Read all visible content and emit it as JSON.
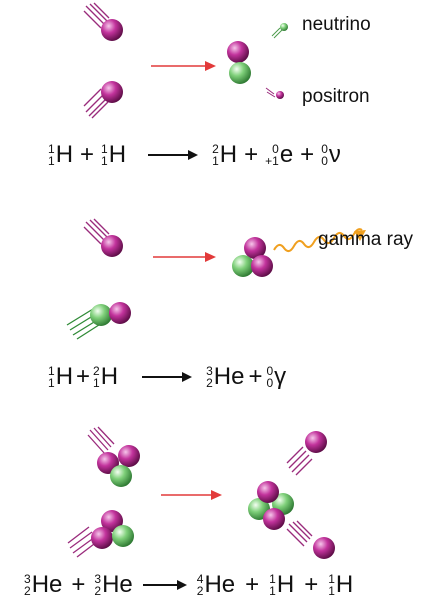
{
  "labels": {
    "neutrino": "neutrino",
    "positron": "positron",
    "gamma": "gamma ray"
  },
  "equations": [
    {
      "terms": [
        {
          "A": "1",
          "Z": "1",
          "s": "H"
        },
        {
          "A": "1",
          "Z": "1",
          "s": "H"
        }
      ],
      "products": [
        {
          "A": "2",
          "Z": "1",
          "s": "H"
        },
        {
          "A": "0",
          "Z": "+1",
          "s": "e"
        },
        {
          "A": "0",
          "Z": "0",
          "s": "ν"
        }
      ],
      "plus": "+"
    },
    {
      "terms": [
        {
          "A": "1",
          "Z": "1",
          "s": "H"
        },
        {
          "A": "2",
          "Z": "1",
          "s": "H"
        }
      ],
      "products": [
        {
          "A": "3",
          "Z": "2",
          "s": "He"
        },
        {
          "A": "0",
          "Z": "0",
          "s": "γ"
        }
      ],
      "plus": "+"
    },
    {
      "terms": [
        {
          "A": "3",
          "Z": "2",
          "s": "He"
        },
        {
          "A": "3",
          "Z": "2",
          "s": "He"
        }
      ],
      "products": [
        {
          "A": "4",
          "Z": "2",
          "s": "He"
        },
        {
          "A": "1",
          "Z": "1",
          "s": "H"
        },
        {
          "A": "1",
          "Z": "1",
          "s": "H"
        }
      ],
      "plus": "+"
    }
  ],
  "colors": {
    "proton": "#b0208a",
    "neutron": "#5cb85c",
    "reaction_arrow": "#e23a3a",
    "gamma": "#f0a020",
    "equation_arrow": "#111111"
  }
}
